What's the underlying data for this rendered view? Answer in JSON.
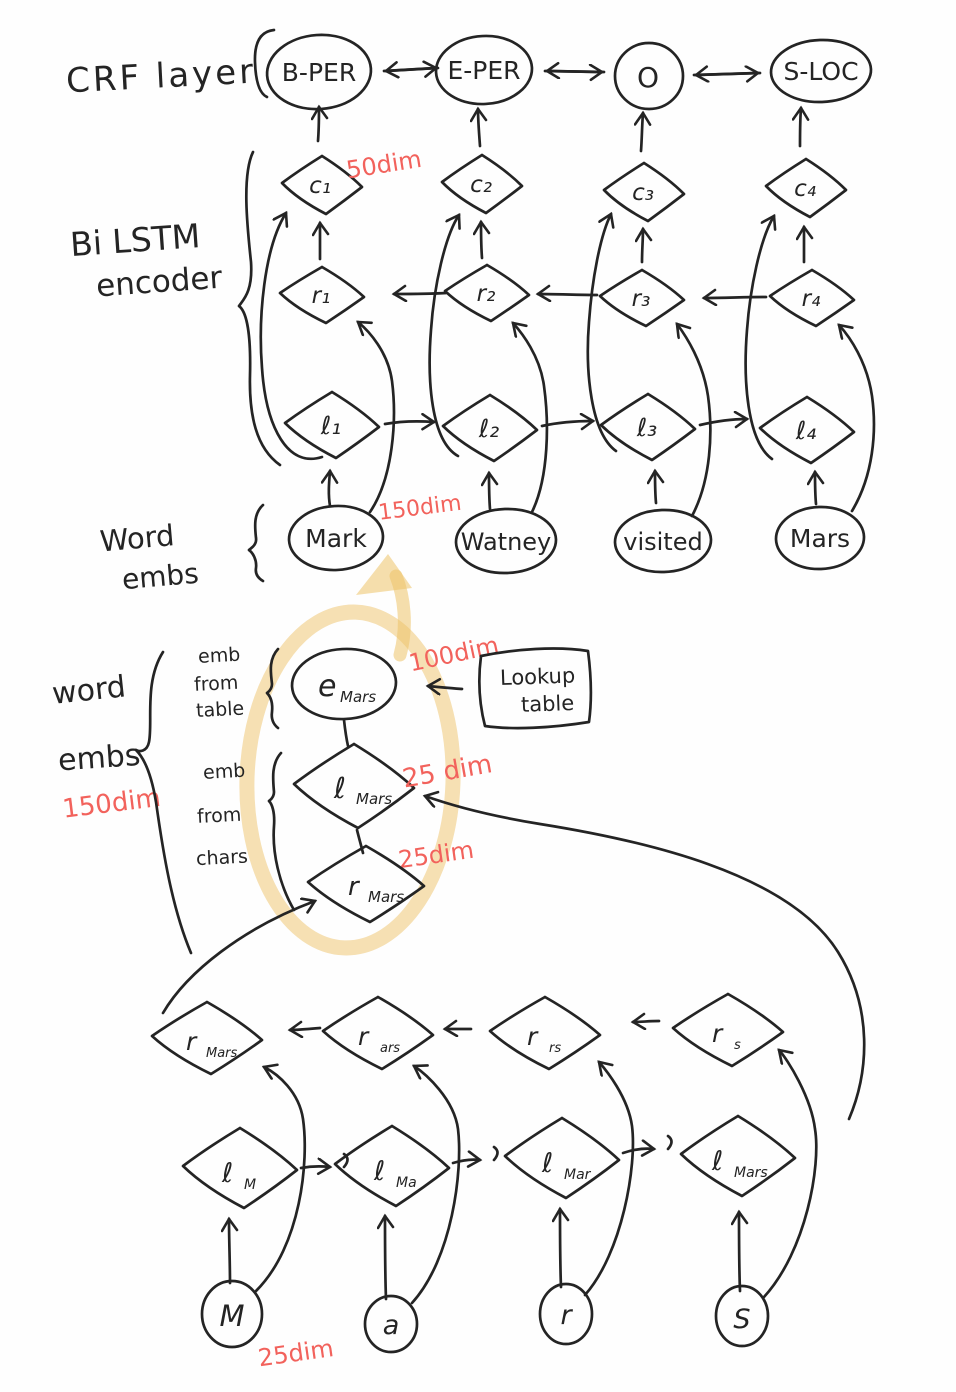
{
  "colors": {
    "ink": "#242424",
    "annotation_red": "#f2625c",
    "highlight_yellow": "#edc268"
  },
  "crf": {
    "label": "CRF layer",
    "tags": [
      "B-PER",
      "E-PER",
      "O",
      "S-LOC"
    ]
  },
  "encoder": {
    "label_line1": "Bi LSTM",
    "label_line2": "encoder",
    "c_dim": "50dim",
    "c": [
      "c₁",
      "c₂",
      "c₃",
      "c₄"
    ],
    "r": [
      "r₁",
      "r₂",
      "r₃",
      "r₄"
    ],
    "l": [
      "ℓ₁",
      "ℓ₂",
      "ℓ₃",
      "ℓ₄"
    ]
  },
  "words": {
    "label_line1": "Word",
    "label_line2": "embs",
    "dim": "150dim",
    "items": [
      "Mark",
      "Watney",
      "visited",
      "Mars"
    ]
  },
  "detail": {
    "label_line1": "word",
    "label_line2": "embs",
    "dim": "150dim",
    "table_branch": {
      "line1": "emb",
      "line2": "from",
      "line3": "table"
    },
    "char_branch": {
      "line1": "emb",
      "line2": "from",
      "line3": "chars"
    },
    "e_node": {
      "main": "e",
      "sub": "Mars",
      "dim": "100dim"
    },
    "l_node": {
      "main": "ℓ",
      "sub": "Mars",
      "dim": "25 dim"
    },
    "r_node": {
      "main": "r",
      "sub": "Mars",
      "dim": "25dim"
    },
    "lookup": {
      "line1": "Lookup",
      "line2": "table"
    }
  },
  "char_lstm": {
    "r_nodes": [
      {
        "main": "r",
        "sub": "Mars"
      },
      {
        "main": "r",
        "sub": "ars"
      },
      {
        "main": "r",
        "sub": "rs"
      },
      {
        "main": "r",
        "sub": "s"
      }
    ],
    "l_nodes": [
      {
        "main": "ℓ",
        "sub": "M"
      },
      {
        "main": "ℓ",
        "sub": "Ma"
      },
      {
        "main": "ℓ",
        "sub": "Mar"
      },
      {
        "main": "ℓ",
        "sub": "Mars"
      }
    ],
    "chars": [
      "M",
      "a",
      "r",
      "S"
    ],
    "dim": "25dim"
  }
}
